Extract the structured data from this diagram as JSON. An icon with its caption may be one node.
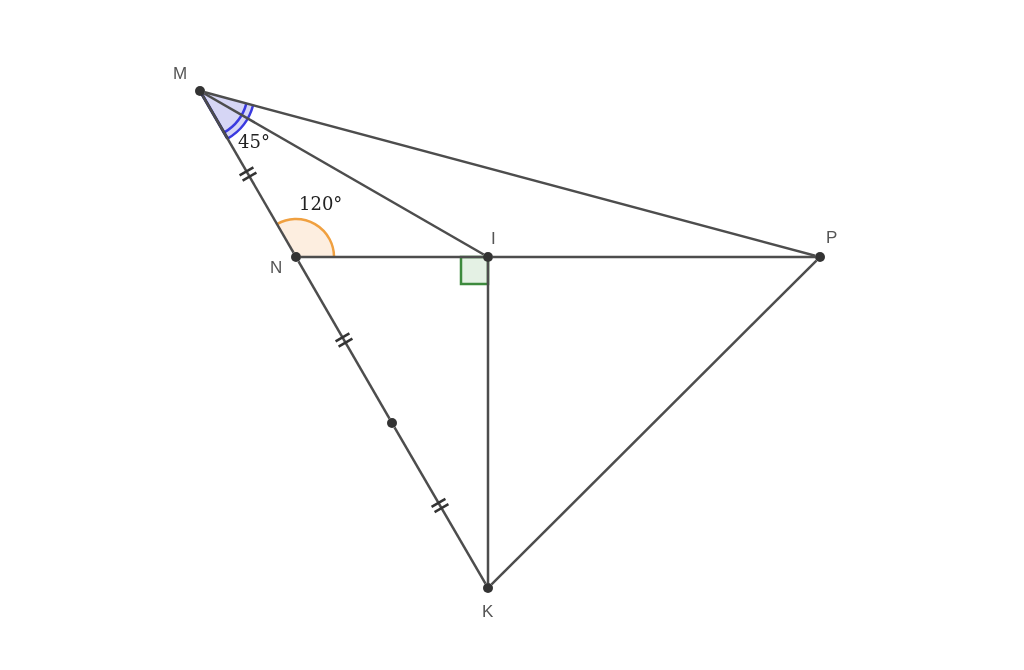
{
  "diagram": {
    "nodes": [
      {
        "text": [
          "M"
        ]
      },
      {
        "text": [
          "N"
        ]
      },
      {
        "text": [
          "I"
        ]
      },
      {
        "text": [
          "P"
        ]
      },
      {
        "text": [
          "K"
        ]
      },
      {
        "text": [],
        "shape": "circle"
      }
    ],
    "edges": [
      {
        "from": 0,
        "to": 1,
        "arrow": "none"
      },
      {
        "from": 0,
        "to": 2,
        "arrow": "none"
      },
      {
        "from": 0,
        "to": 3,
        "arrow": "none"
      },
      {
        "from": 1,
        "to": 2,
        "arrow": "none"
      },
      {
        "from": 2,
        "to": 3,
        "arrow": "none"
      },
      {
        "from": 1,
        "to": 5,
        "arrow": "none"
      },
      {
        "from": 5,
        "to": 4,
        "arrow": "none"
      },
      {
        "from": 2,
        "to": 4,
        "arrow": "none"
      },
      {
        "from": 4,
        "to": 3,
        "arrow": "none"
      }
    ],
    "labels": [
      "45°",
      "120°"
    ]
  }
}
